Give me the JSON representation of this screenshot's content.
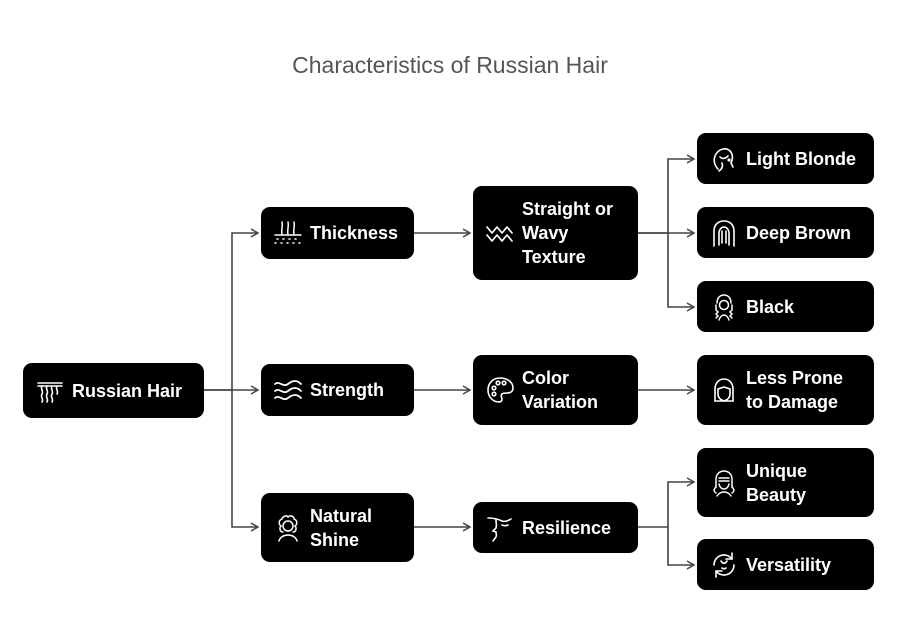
{
  "title": "Characteristics of Russian Hair",
  "nodes": {
    "root": {
      "label": "Russian Hair",
      "icon": "hair-strands-icon"
    },
    "thickness": {
      "label": "Thickness",
      "icon": "hair-follicle-icon"
    },
    "strength": {
      "label": "Strength",
      "icon": "waves-icon"
    },
    "natural_shine": {
      "label": "Natural\nShine",
      "icon": "curly-hair-woman-icon"
    },
    "texture": {
      "label": "Straight or\nWavy\nTexture",
      "icon": "zigzag-icon"
    },
    "color_variation": {
      "label": "Color\nVariation",
      "icon": "palette-icon"
    },
    "resilience": {
      "label": "Resilience",
      "icon": "face-profile-icon"
    },
    "light_blonde": {
      "label": "Light Blonde",
      "icon": "woman-head-icon"
    },
    "deep_brown": {
      "label": "Deep Brown",
      "icon": "long-hair-icon"
    },
    "black": {
      "label": "Black",
      "icon": "braided-hair-icon"
    },
    "less_prone": {
      "label": "Less Prone\nto Damage",
      "icon": "hair-shield-icon"
    },
    "unique_beauty": {
      "label": "Unique\nBeauty",
      "icon": "face-hair-icon"
    },
    "versatility": {
      "label": "Versatility",
      "icon": "rotate-style-icon"
    }
  }
}
